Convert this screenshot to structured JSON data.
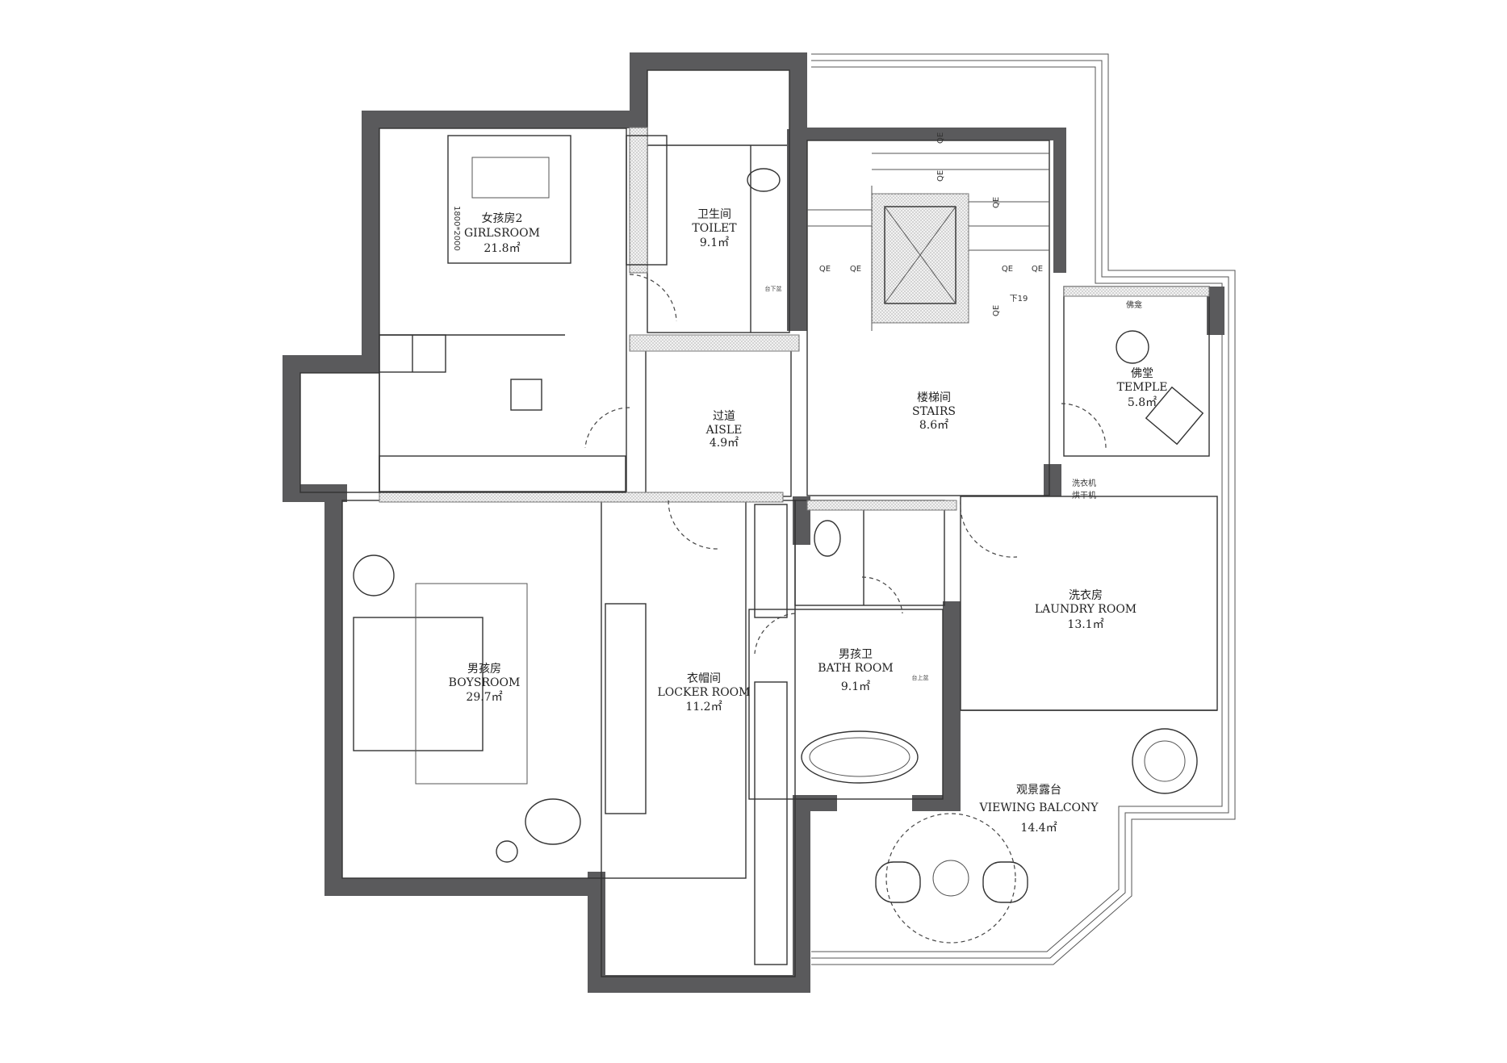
{
  "rooms": {
    "girls": {
      "name_cn": "女孩房2",
      "name_en": "GIRLSROOM",
      "area": "21.8㎡"
    },
    "toilet": {
      "name_cn": "卫生间",
      "name_en": "TOILET",
      "area": "9.1㎡"
    },
    "aisle": {
      "name_cn": "过道",
      "name_en": "AISLE",
      "area": "4.9㎡"
    },
    "stairs": {
      "name_cn": "楼梯间",
      "name_en": "STAIRS",
      "area": "8.6㎡"
    },
    "temple": {
      "name_cn": "佛堂",
      "name_en": "TEMPLE",
      "area": "5.8㎡"
    },
    "boys": {
      "name_cn": "男孩房",
      "name_en": "BOYSROOM",
      "area": "29.7㎡"
    },
    "locker": {
      "name_cn": "衣帽间",
      "name_en": "LOCKER ROOM",
      "area": "11.2㎡"
    },
    "bath": {
      "name_cn": "男孩卫",
      "name_en": "BATH ROOM",
      "area": "9.1㎡"
    },
    "laundry": {
      "name_cn": "洗衣房",
      "name_en": "LAUNDRY ROOM",
      "area": "13.1㎡"
    },
    "balcony": {
      "name_cn": "观景露台",
      "name_en": "VIEWING BALCONY",
      "area": "14.4㎡"
    }
  },
  "annotations": {
    "bed_size": "1800*2000",
    "shrine": "佛龛",
    "washer_line1": "洗衣机",
    "washer_line2": "烘干机",
    "stair_down": "下19",
    "qe": "QE",
    "counter_toilet": "台下盆",
    "counter_bath": "台上盆"
  }
}
